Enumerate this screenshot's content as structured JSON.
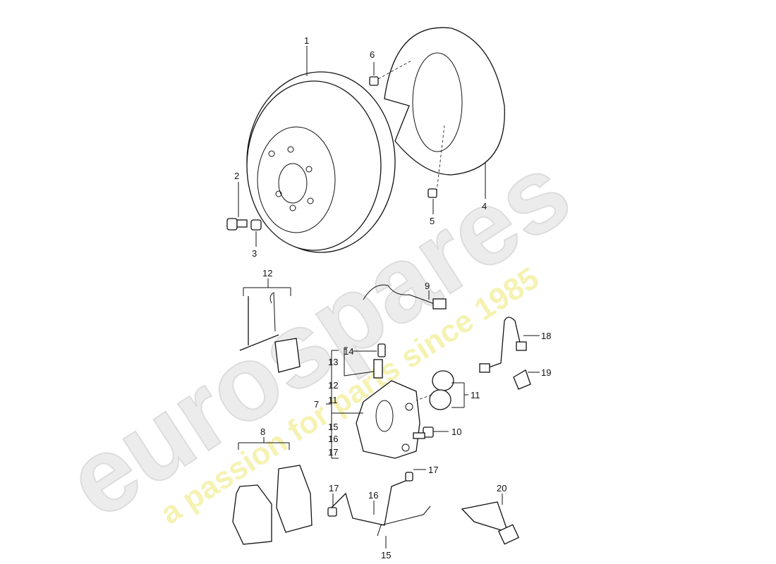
{
  "watermark": {
    "brand": "eurospares",
    "tagline": "a passion for parts since 1985",
    "brand_color": "#e8e8e8",
    "tagline_color": "#f3f0a0"
  },
  "callouts": {
    "c1": "1",
    "c2": "2",
    "c3": "3",
    "c4": "4",
    "c5": "5",
    "c6": "6",
    "c7": "7",
    "c8": "8",
    "c9": "9",
    "c10": "10",
    "c11": "11",
    "c12": "12",
    "c14": "14",
    "c15": "15",
    "c16": "16",
    "c17a": "17",
    "c17b": "17",
    "c18": "18",
    "c19": "19",
    "c20": "20",
    "caliper_group": [
      "13",
      "12",
      "11",
      "15",
      "16",
      "17"
    ]
  }
}
